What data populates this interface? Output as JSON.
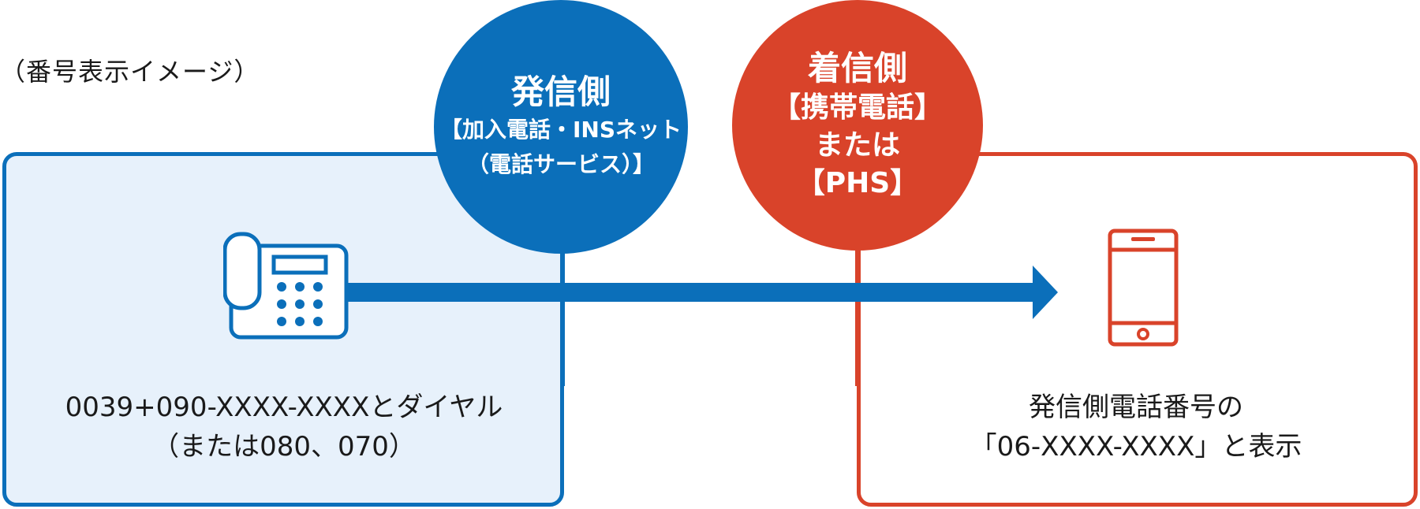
{
  "caption": "（番号表示イメージ）",
  "sender": {
    "title": "発信側",
    "line1": "【加入電話・INSネット",
    "line2": "（電話サービス）】",
    "text_line1": "0039+090-XXXX-XXXXとダイヤル",
    "text_line2": "（または080、070）"
  },
  "receiver": {
    "title": "着信側",
    "line1": "【携帯電話】",
    "line2": "または",
    "line3": "【PHS】",
    "text_line1": "発信側電話番号の",
    "text_line2": "「06-XXXX-XXXX」と表示"
  },
  "colors": {
    "sender_blue": "#0b6fba",
    "sender_panel_bg": "#e7f1fb",
    "receiver_red": "#d9432a"
  },
  "icons": {
    "sender": "desk-telephone-icon",
    "receiver": "mobile-phone-icon",
    "flow": "right-arrow-icon"
  }
}
